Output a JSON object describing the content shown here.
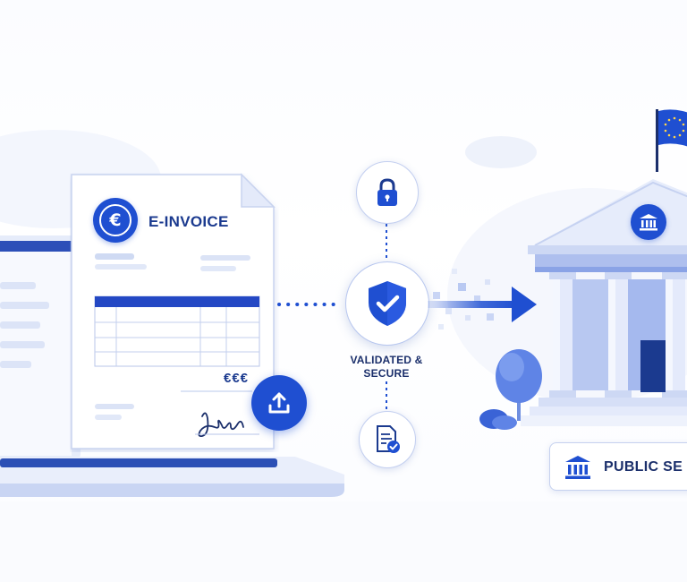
{
  "invoice": {
    "title": "E-INVOICE",
    "currency_symbol": "€",
    "amount": "€€€"
  },
  "center": {
    "status_line1": "VALIDATED &",
    "status_line2": "SECURE"
  },
  "destination": {
    "badge_label": "PUBLIC SE"
  },
  "icons": {
    "euro": "euro-icon",
    "upload": "upload-icon",
    "lock": "lock-icon",
    "shield": "shield-check-icon",
    "document": "document-check-icon",
    "building": "government-building-icon",
    "flag": "eu-flag-icon",
    "signature": "signature-icon"
  },
  "colors": {
    "primary": "#1f4fd1",
    "navy": "#1b2f6b",
    "light": "#dfe7fb"
  }
}
